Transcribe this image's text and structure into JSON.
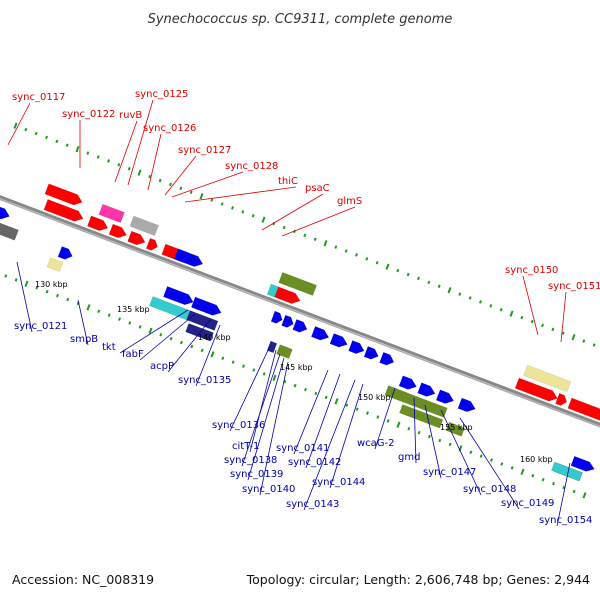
{
  "title": "Synechococcus sp. CC9311, complete genome",
  "footer": {
    "accession": "Accession: NC_008319",
    "summary": "Topology: circular; Length: 2,606,748 bp; Genes: 2,944"
  },
  "colors": {
    "plus_label": "#dd0000",
    "minus_label": "#0000aa",
    "red": "#ff0000",
    "blue": "#0000ee",
    "pink": "#ff33aa",
    "gray": "#aaaaaa",
    "darkgray": "#666666",
    "cyan": "#33cccc",
    "olive": "#6b8e23",
    "khaki": "#eee499",
    "navy": "#222288",
    "backbone": "#888888",
    "tick": "#229922"
  },
  "ticks": [
    "130 kbp",
    "135 kbp",
    "140 kbp",
    "145 kbp",
    "150 kbp",
    "155 kbp",
    "160 kbp"
  ],
  "labels_top": [
    "sync_0117",
    "sync_0122",
    "ruvB",
    "sync_0125",
    "sync_0126",
    "sync_0127",
    "sync_0128",
    "thiC",
    "psaC",
    "glmS",
    "sync_0150",
    "sync_0151"
  ],
  "labels_bottom": [
    "sync_0121",
    "smpB",
    "tkt",
    "fabF",
    "acpP",
    "sync_0135",
    "sync_0136",
    "citT-1",
    "sync_0138",
    "sync_0139",
    "sync_0140",
    "sync_0141",
    "sync_0142",
    "sync_0143",
    "sync_0144",
    "wcaG-2",
    "gmd",
    "sync_0147",
    "sync_0148",
    "sync_0149",
    "sync_0154"
  ],
  "features": [
    {
      "ring": "p1",
      "from": -0.02,
      "to": 0.005,
      "color": "blue"
    },
    {
      "ring": "p1",
      "from": 0.085,
      "to": 0.145,
      "color": "red",
      "arrow": true
    },
    {
      "ring": "p1",
      "from": 0.155,
      "to": 0.185,
      "color": "red",
      "arrow": true
    },
    {
      "ring": "p1",
      "from": 0.19,
      "to": 0.215,
      "color": "red",
      "arrow": true
    },
    {
      "ring": "p1",
      "from": 0.22,
      "to": 0.245,
      "color": "red",
      "arrow": true
    },
    {
      "ring": "p1",
      "from": 0.25,
      "to": 0.265,
      "color": "red",
      "arrow": true
    },
    {
      "ring": "p1",
      "from": 0.275,
      "to": 0.31,
      "color": "red"
    },
    {
      "ring": "p1",
      "from": 0.295,
      "to": 0.338,
      "color": "blue",
      "arrow": true
    },
    {
      "ring": "p1",
      "from": 0.455,
      "to": 0.495,
      "color": "red",
      "arrow": true
    },
    {
      "ring": "p1",
      "from": 0.445,
      "to": 0.457,
      "color": "cyan"
    },
    {
      "ring": "p2",
      "from": 0.078,
      "to": 0.135,
      "color": "red",
      "arrow": true
    },
    {
      "ring": "p2",
      "from": 0.165,
      "to": 0.2,
      "color": "pink"
    },
    {
      "ring": "p2",
      "from": 0.215,
      "to": 0.255,
      "color": "gray"
    },
    {
      "ring": "p2",
      "from": 0.455,
      "to": 0.51,
      "color": "olive"
    },
    {
      "ring": "p1",
      "from": 0.845,
      "to": 0.91,
      "color": "red",
      "arrow": true
    },
    {
      "ring": "p1",
      "from": 0.91,
      "to": 0.925,
      "color": "red",
      "arrow": true
    },
    {
      "ring": "p1",
      "from": 0.93,
      "to": 1.0,
      "color": "red",
      "arrow": true
    },
    {
      "ring": "p2",
      "from": 0.85,
      "to": 0.92,
      "color": "khaki"
    },
    {
      "ring": "m1",
      "from": -0.02,
      "to": 0.01,
      "color": "blue"
    },
    {
      "ring": "m1",
      "from": 0.01,
      "to": 0.04,
      "color": "blue",
      "arrow": true
    },
    {
      "ring": "m2",
      "from": -0.02,
      "to": 0.02,
      "color": "darkgray"
    },
    {
      "ring": "m2",
      "from": 0.022,
      "to": 0.06,
      "color": "darkgray"
    },
    {
      "ring": "m2",
      "from": 0.13,
      "to": 0.15,
      "color": "blue",
      "arrow": true
    },
    {
      "ring": "m3",
      "from": 0.12,
      "to": 0.14,
      "color": "khaki"
    },
    {
      "ring": "m2",
      "from": 0.3,
      "to": 0.345,
      "color": "blue",
      "arrow": true
    },
    {
      "ring": "m2",
      "from": 0.345,
      "to": 0.39,
      "color": "blue",
      "arrow": true
    },
    {
      "ring": "m3",
      "from": 0.285,
      "to": 0.345,
      "color": "cyan"
    },
    {
      "ring": "m3",
      "from": 0.345,
      "to": 0.39,
      "color": "navy"
    },
    {
      "ring": "m4",
      "from": 0.35,
      "to": 0.39,
      "color": "navy"
    },
    {
      "ring": "m1",
      "from": 0.465,
      "to": 0.48,
      "color": "blue",
      "arrow": true
    },
    {
      "ring": "m1",
      "from": 0.482,
      "to": 0.498,
      "color": "blue",
      "arrow": true
    },
    {
      "ring": "m1",
      "from": 0.5,
      "to": 0.52,
      "color": "blue",
      "arrow": true
    },
    {
      "ring": "m1",
      "from": 0.53,
      "to": 0.555,
      "color": "blue",
      "arrow": true
    },
    {
      "ring": "m1",
      "from": 0.56,
      "to": 0.585,
      "color": "blue",
      "arrow": true
    },
    {
      "ring": "m1",
      "from": 0.59,
      "to": 0.612,
      "color": "blue",
      "arrow": true
    },
    {
      "ring": "m1",
      "from": 0.615,
      "to": 0.635,
      "color": "blue",
      "arrow": true
    },
    {
      "ring": "m1",
      "from": 0.64,
      "to": 0.66,
      "color": "blue",
      "arrow": true
    },
    {
      "ring": "m3",
      "from": 0.475,
      "to": 0.485,
      "color": "navy"
    },
    {
      "ring": "m3",
      "from": 0.49,
      "to": 0.51,
      "color": "olive"
    },
    {
      "ring": "m2",
      "from": 0.68,
      "to": 0.705,
      "color": "blue",
      "arrow": true
    },
    {
      "ring": "m2",
      "from": 0.71,
      "to": 0.735,
      "color": "blue",
      "arrow": true
    },
    {
      "ring": "m2",
      "from": 0.74,
      "to": 0.765,
      "color": "blue",
      "arrow": true
    },
    {
      "ring": "m2",
      "from": 0.775,
      "to": 0.8,
      "color": "blue",
      "arrow": true
    },
    {
      "ring": "m3",
      "from": 0.665,
      "to": 0.695,
      "color": "cyan"
    },
    {
      "ring": "m3",
      "from": 0.665,
      "to": 0.725,
      "color": "olive"
    },
    {
      "ring": "m3",
      "from": 0.725,
      "to": 0.76,
      "color": "olive"
    },
    {
      "ring": "m4",
      "from": 0.695,
      "to": 0.76,
      "color": "olive"
    },
    {
      "ring": "m4",
      "from": 0.77,
      "to": 0.795,
      "color": "olive"
    },
    {
      "ring": "m3",
      "from": 0.965,
      "to": 1.0,
      "color": "blue",
      "arrow": true
    },
    {
      "ring": "m4",
      "from": 0.945,
      "to": 0.985,
      "color": "navy"
    },
    {
      "ring": "m4",
      "from": 0.94,
      "to": 0.985,
      "color": "cyan"
    }
  ]
}
